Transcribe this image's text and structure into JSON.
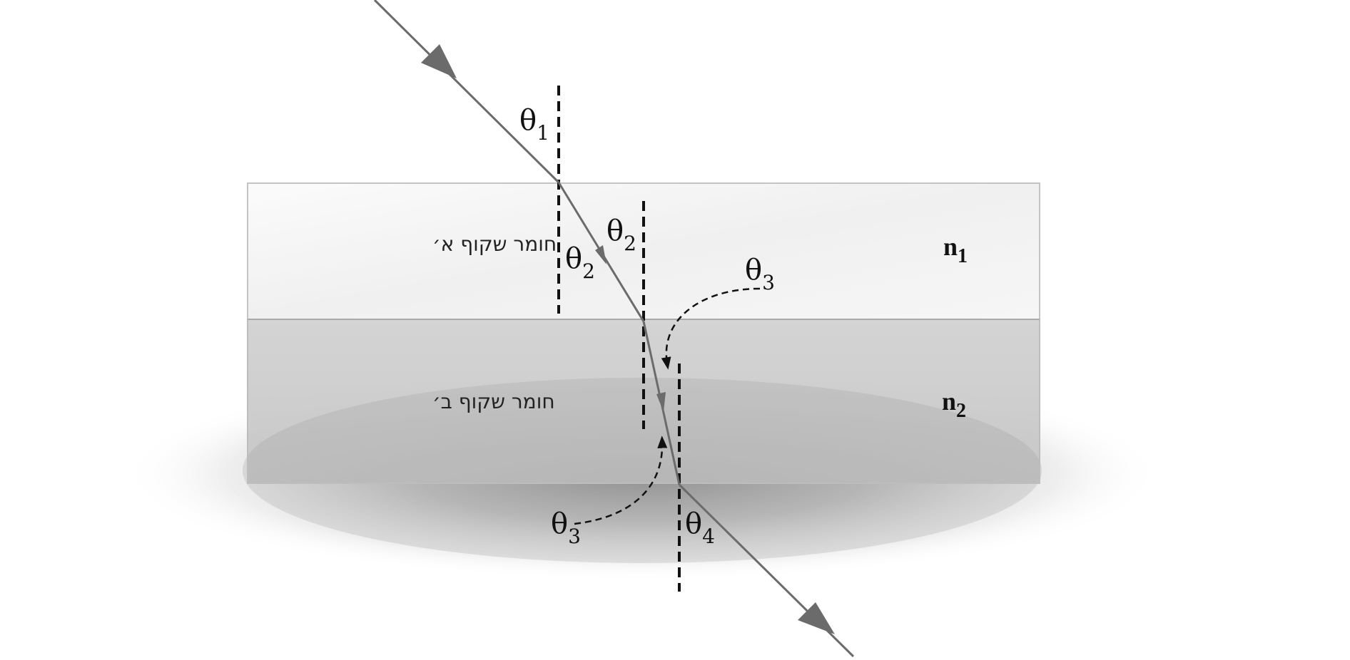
{
  "layers": {
    "top": {
      "label": "חומר שקוף א׳",
      "index_symbol": "n",
      "index_sub": "1",
      "color": "#f4f4f4"
    },
    "bottom": {
      "label": "חומר שקוף ב׳",
      "index_symbol": "n",
      "index_sub": "2",
      "color": "#cfcfcf"
    }
  },
  "angles": {
    "theta1": {
      "symbol": "θ",
      "sub": "1"
    },
    "theta2_left": {
      "symbol": "θ",
      "sub": "2"
    },
    "theta2_right": {
      "symbol": "θ",
      "sub": "2"
    },
    "theta3_top": {
      "symbol": "θ",
      "sub": "3"
    },
    "theta3_bottom": {
      "symbol": "θ",
      "sub": "3"
    },
    "theta4": {
      "symbol": "θ",
      "sub": "4"
    }
  },
  "colors": {
    "ray": "#6b6b6b",
    "normal": "#111111",
    "border": "#b5b5b5",
    "shadow": "#8a8a8a"
  }
}
